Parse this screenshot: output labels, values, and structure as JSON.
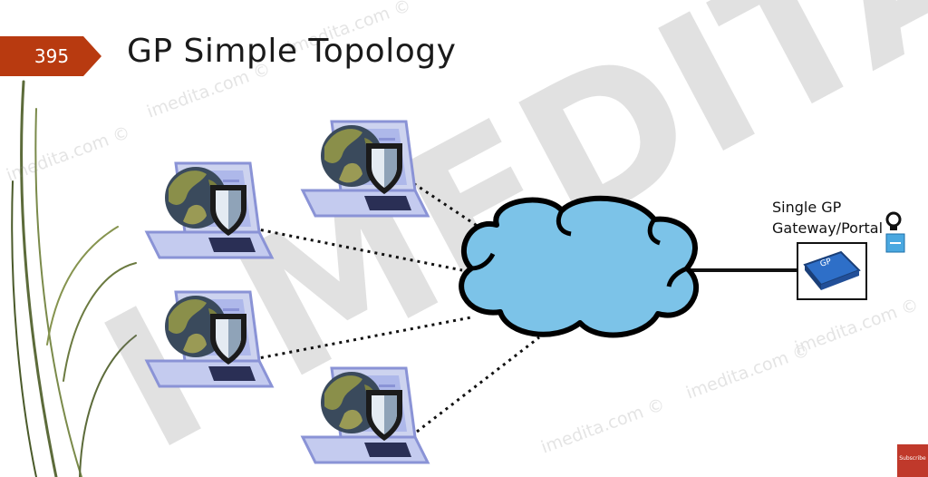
{
  "slide": {
    "number": "395",
    "title": "GP Simple Topology",
    "accent_color": "#b83a10"
  },
  "watermark": {
    "brand": "I-MEDITA",
    "site": "imedita.com ©"
  },
  "gateway": {
    "label_line1": "Single GP",
    "label_line2": "Gateway/Portal",
    "device_label": "GP"
  },
  "cloud": {
    "fill": "#7cc3e8"
  },
  "clients": [
    {
      "id": "client-1"
    },
    {
      "id": "client-2"
    },
    {
      "id": "client-3"
    },
    {
      "id": "client-4"
    }
  ],
  "subscribe": {
    "label": "Subscribe"
  }
}
